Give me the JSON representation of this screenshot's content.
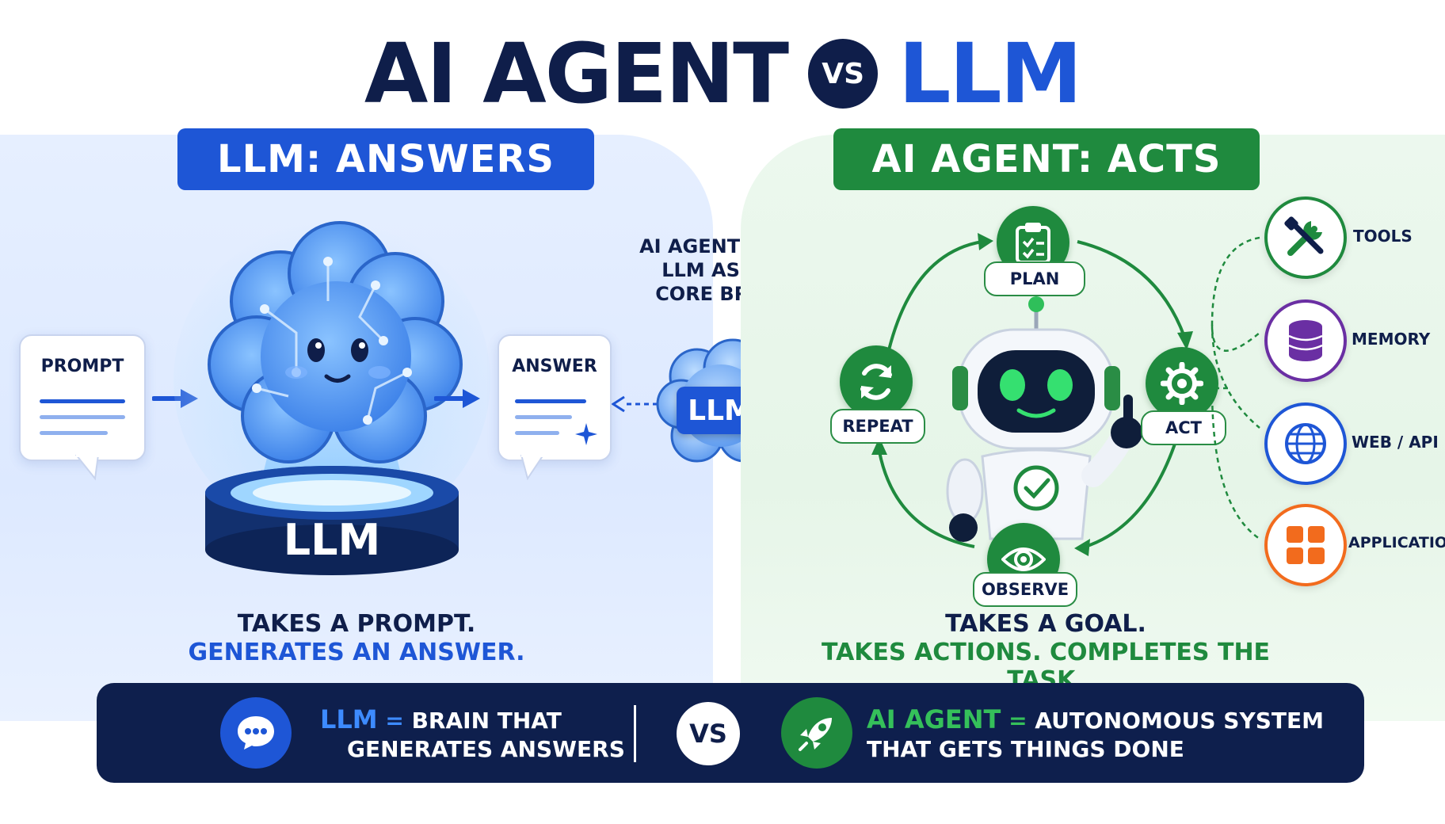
{
  "title": {
    "left": "AI AGENT",
    "vs": "VS",
    "right": "LLM"
  },
  "llm_panel": {
    "banner": "LLM: ANSWERS",
    "prompt_label": "PROMPT",
    "answer_label": "ANSWER",
    "pedestal_label": "LLM",
    "caption_line1": "TAKES A PROMPT.",
    "caption_line2": "GENERATES AN ANSWER."
  },
  "middle": {
    "note_line1": "AI AGENT USES",
    "note_line2": "LLM AS ITS",
    "note_line3": "CORE BRAIN",
    "chip_label": "LLM"
  },
  "agent_panel": {
    "banner": "AI AGENT: ACTS",
    "cycle": [
      {
        "label": "PLAN",
        "icon": "clipboard-check-icon"
      },
      {
        "label": "ACT",
        "icon": "gear-icon"
      },
      {
        "label": "OBSERVE",
        "icon": "eye-icon"
      },
      {
        "label": "REPEAT",
        "icon": "refresh-icon"
      }
    ],
    "resources": [
      {
        "label": "TOOLS",
        "icon": "tools-icon",
        "color": "#1f8a3e"
      },
      {
        "label": "MEMORY",
        "icon": "database-icon",
        "color": "#6a2fa3"
      },
      {
        "label": "WEB / API",
        "icon": "globe-icon",
        "color": "#1e56d6"
      },
      {
        "label": "APPLICATIONS",
        "icon": "apps-grid-icon",
        "color": "#f26b1d"
      }
    ],
    "caption_line1": "TAKES A GOAL.",
    "caption_line2": "TAKES ACTIONS. COMPLETES THE TASK."
  },
  "bottom_bar": {
    "llm_term": "LLM",
    "llm_eq": "=",
    "llm_def_line1": "BRAIN THAT",
    "llm_def_line2": "GENERATES ANSWERS",
    "vs": "VS",
    "agent_term": "AI AGENT",
    "agent_eq": "=",
    "agent_def_line1": "AUTONOMOUS SYSTEM",
    "agent_def_line2": "THAT GETS THINGS DONE"
  },
  "colors": {
    "navy": "#0f1e4a",
    "blue": "#1e56d6",
    "green": "#1f8a3e",
    "purple": "#6a2fa3",
    "orange": "#f26b1d"
  }
}
